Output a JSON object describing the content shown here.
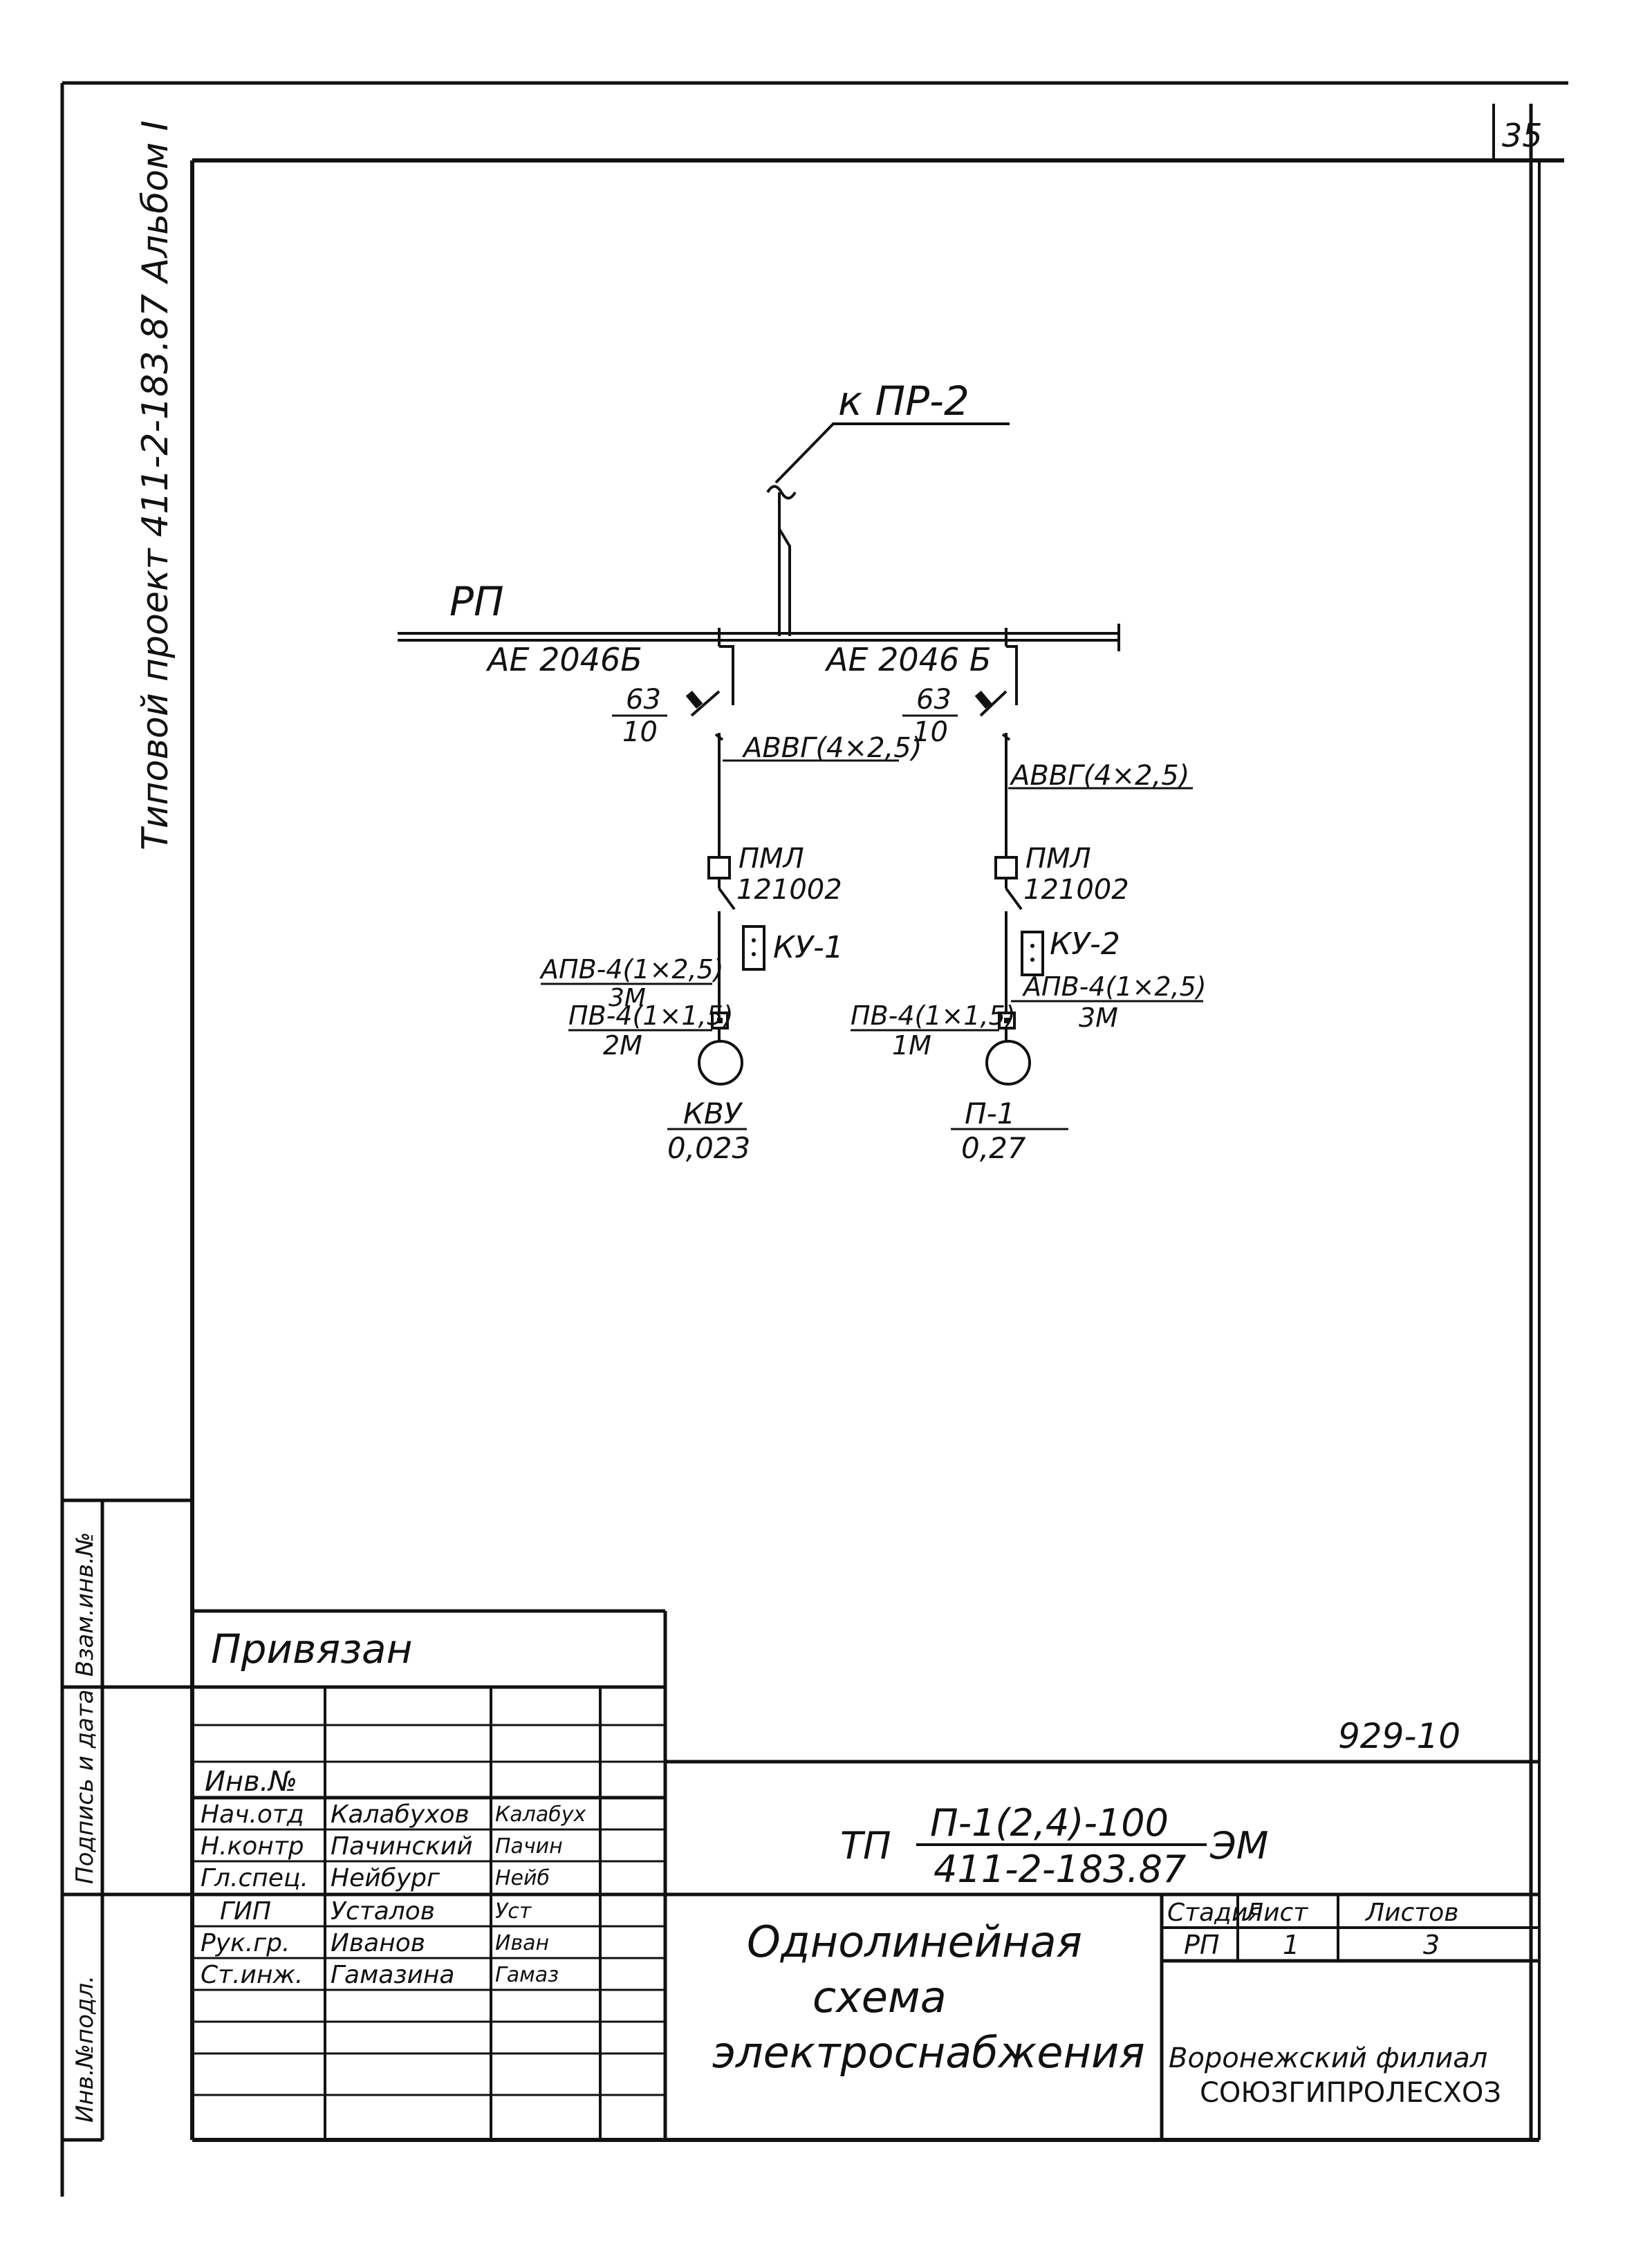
{
  "sheet": {
    "page_number": "35",
    "side_title": "Типовой проект 411-2-183.87 Альбом I",
    "doc_code": "929-10"
  },
  "diagram": {
    "feed_label": "к ПР-2",
    "bus_label": "РП",
    "branches": [
      {
        "breaker": "АЕ 2046Б",
        "breaker_num": "63",
        "breaker_den": "10",
        "cable": "АВВГ(4×2,5)",
        "starter_l1": "ПМЛ",
        "starter_l2": "121002",
        "control": "КУ-1",
        "cable2": "АПВ-4(1×2,5)",
        "cable2_len": "3М",
        "cable3": "ПВ-4(1×1,5)",
        "cable3_len": "2М",
        "load_name": "КВУ",
        "load_value": "0,023"
      },
      {
        "breaker": "АЕ 2046 Б",
        "breaker_num": "63",
        "breaker_den": "10",
        "cable": "АВВГ(4×2,5)",
        "starter_l1": "ПМЛ",
        "starter_l2": "121002",
        "control": "КУ-2",
        "cable2": "АПВ-4(1×2,5)",
        "cable2_len": "3М",
        "cable3": "ПВ-4(1×1,5)",
        "cable3_len": "1М",
        "load_name": "П-1",
        "load_value": "0,27"
      }
    ]
  },
  "title_block": {
    "left_strip": [
      "Инв.№подл.",
      "Подпись и дата",
      "Взам.инв.№"
    ],
    "privyazan": "Привязан",
    "inv_label": "Инв.№",
    "staff": [
      {
        "role": "Нач.отд",
        "name": "Калабухов",
        "sign": "Калабух"
      },
      {
        "role": "Н.контр",
        "name": "Пачинский",
        "sign": "Пачин"
      },
      {
        "role": "Гл.спец.",
        "name": "Нейбург",
        "sign": "Нейб"
      },
      {
        "role": "ГИП",
        "name": "Усталов",
        "sign": "Уст"
      },
      {
        "role": "Рук.гр.",
        "name": "Иванов",
        "sign": "Иван"
      },
      {
        "role": "Ст.инж.",
        "name": "Гамазина",
        "sign": "Гамаз"
      }
    ],
    "code_prefix": "ТП",
    "code_num": "П-1(2,4)-100",
    "code_den": "411-2-183.87",
    "code_suffix": "ЭМ",
    "drawing_title": [
      "Однолинейная",
      "схема",
      "электроснабжения"
    ],
    "stage_header": [
      "Стадия",
      "Лист",
      "Листов"
    ],
    "stage_values": [
      "РП",
      "1",
      "3"
    ],
    "org": [
      "Воронежский филиал",
      "СОЮЗГИПРОЛЕСХОЗ"
    ]
  }
}
